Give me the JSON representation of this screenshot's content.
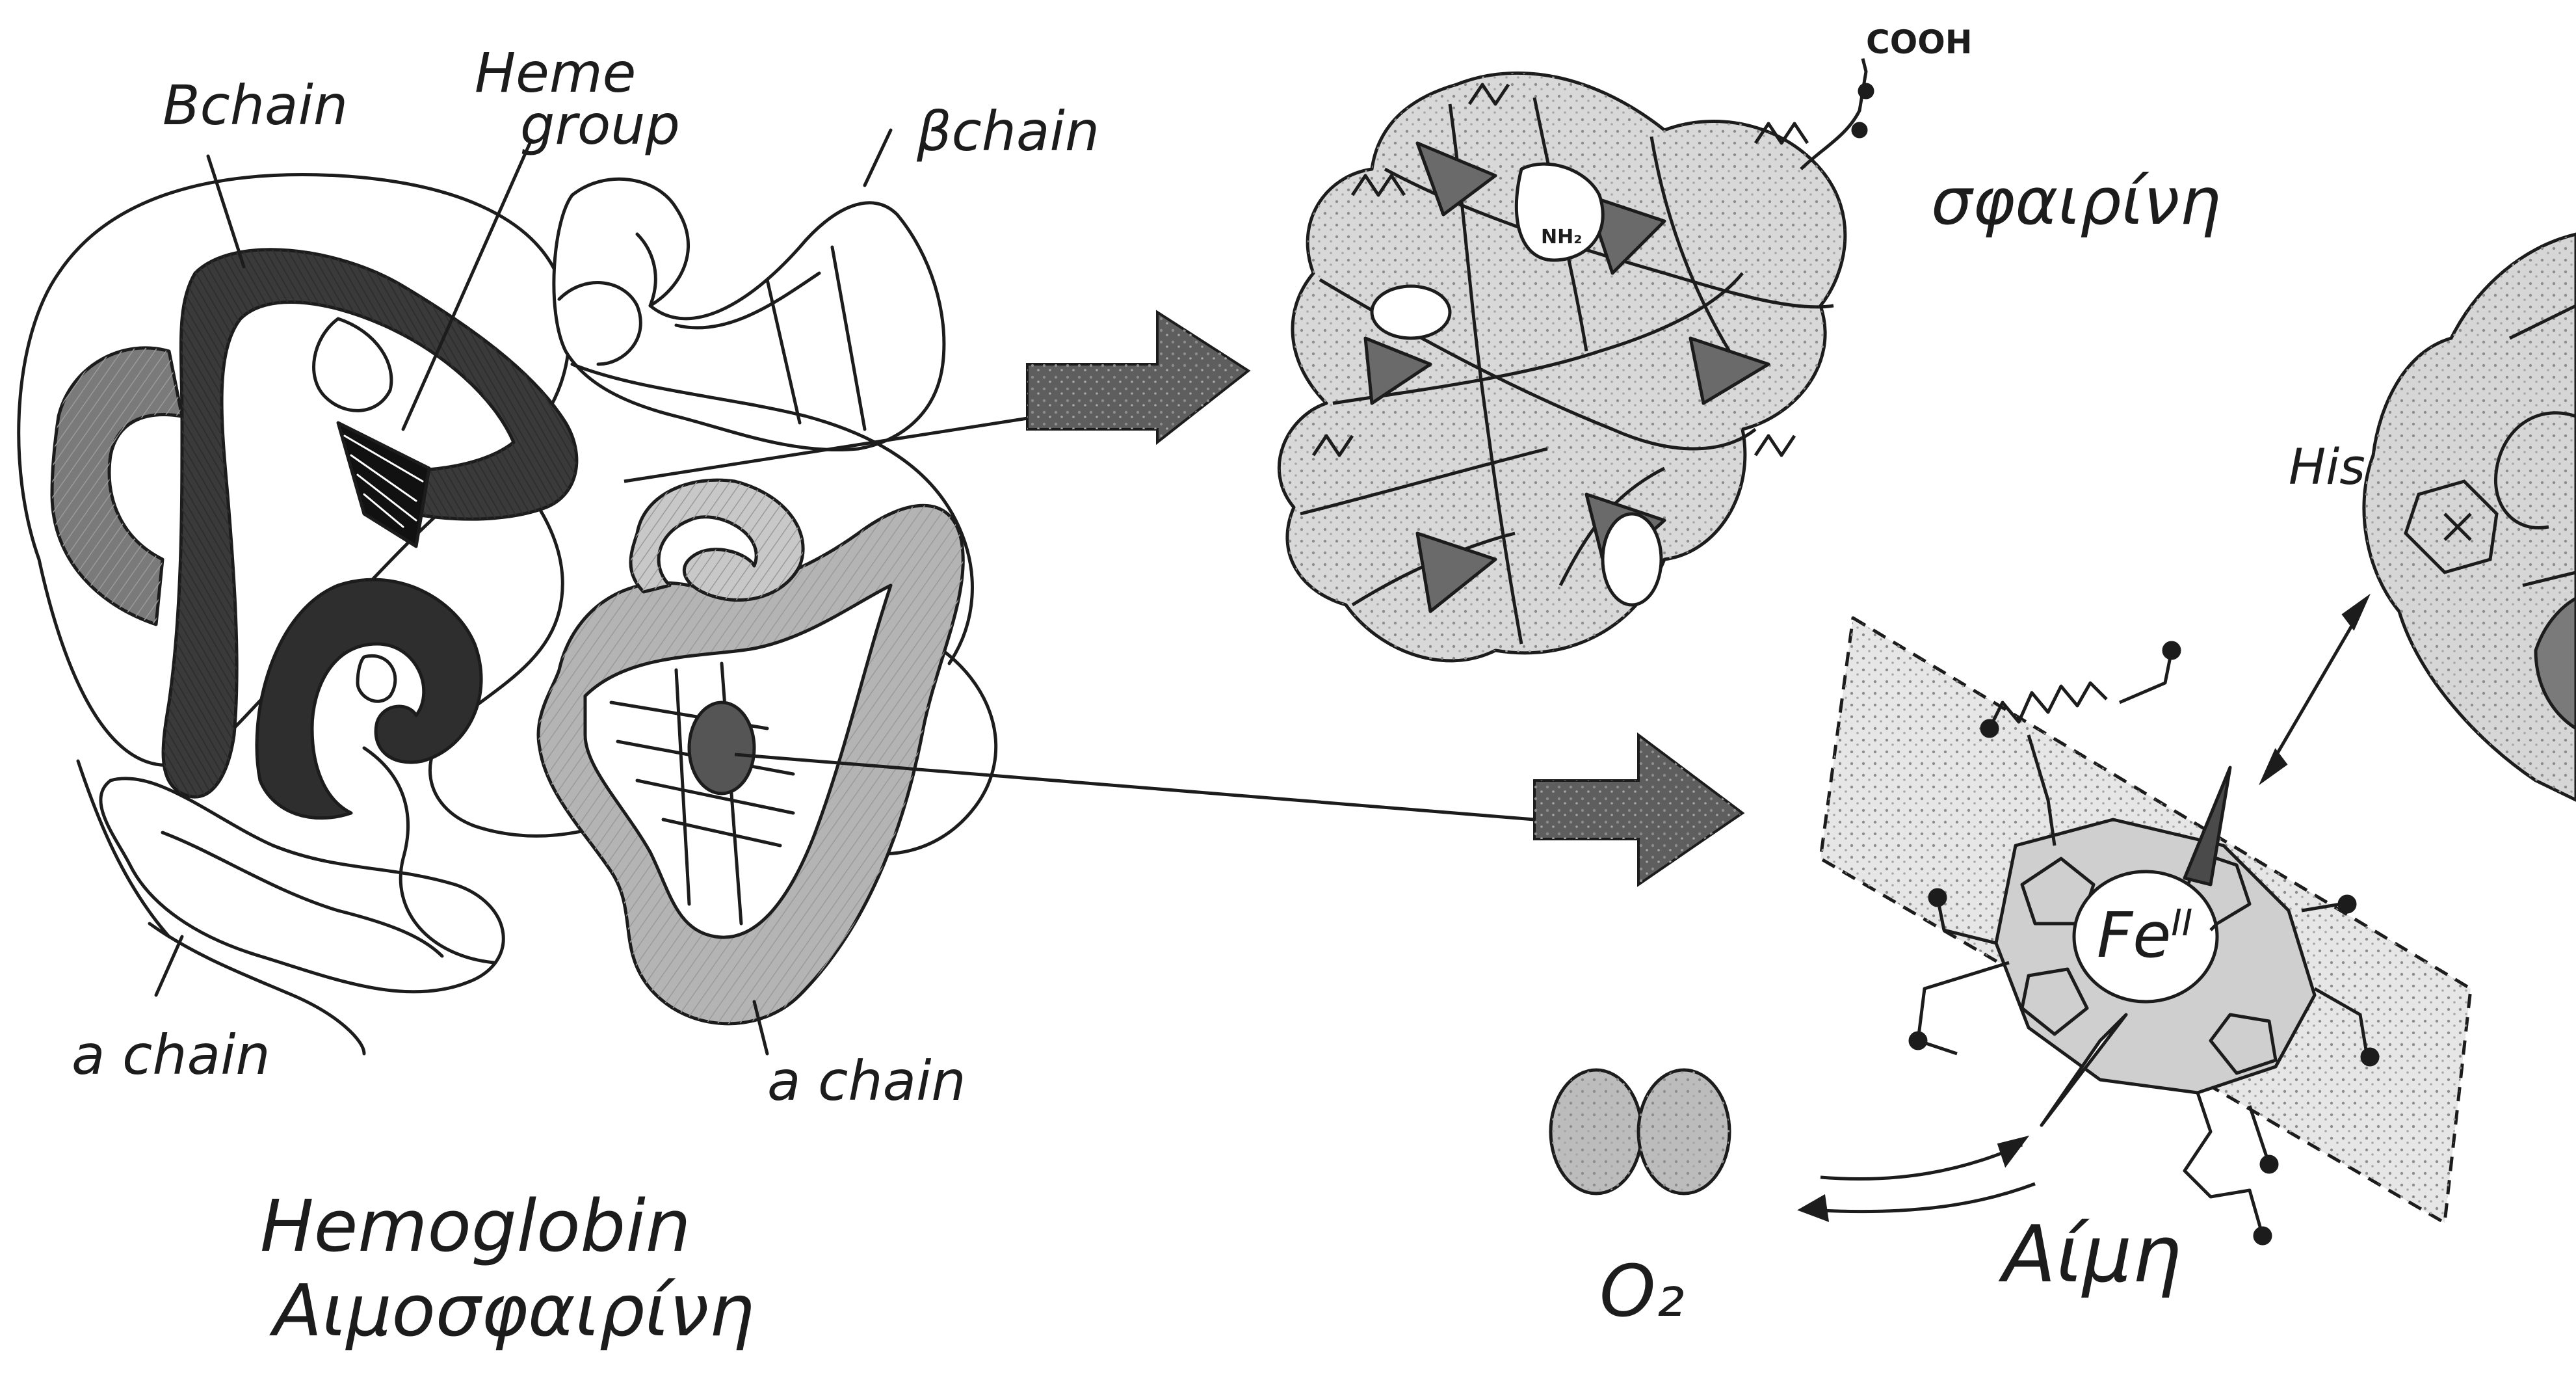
{
  "labels": {
    "beta_chain_left": "Bchain",
    "heme_group_line1": "Heme",
    "heme_group_line2": "group",
    "beta_chain_right": "βchain",
    "alpha_chain_left": "a chain",
    "alpha_chain_right": "a chain",
    "title_english": "Hemoglobin",
    "title_greek": "Αιμοσφαιρίνη",
    "cooh": "COOH",
    "nh2": "NH₂",
    "globin_greek": "σφαιρίνη",
    "his": "His",
    "fe_symbol": "Fe",
    "fe_oxidation": "II",
    "o2": "O₂",
    "heme_greek": "Αίμη"
  },
  "colors": {
    "ink": "#1c1c1c",
    "beta_dark": "#3a3a3a",
    "beta_medium": "#6a6a6a",
    "alpha_light": "#a8a8a8",
    "arrow_fill": "#5e5e5e",
    "paper": "#ffffff",
    "pencil_shade": "#c4c4c4"
  }
}
